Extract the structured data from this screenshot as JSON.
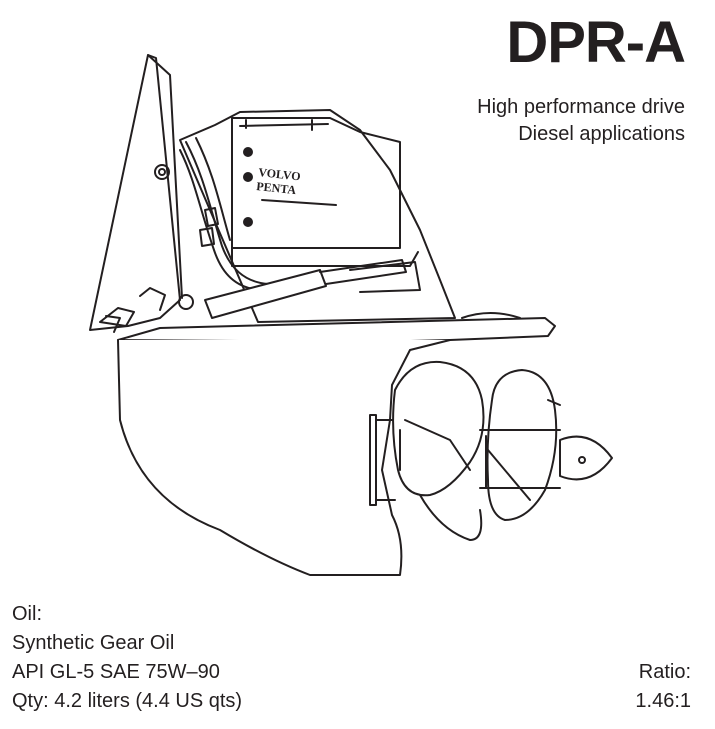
{
  "header": {
    "model": "DPR-A",
    "description_line1": "High performance drive",
    "description_line2": "Diesel applications"
  },
  "illustration": {
    "brand_logo_text": "VOLVO PENTA"
  },
  "specs": {
    "oil_label": "Oil:",
    "oil_type": "Synthetic Gear Oil",
    "oil_spec": "API GL-5 SAE 75W–90",
    "quantity": "Qty: 4.2 liters (4.4 US qts)"
  },
  "ratio": {
    "label": "Ratio:",
    "value": "1.46:1"
  }
}
